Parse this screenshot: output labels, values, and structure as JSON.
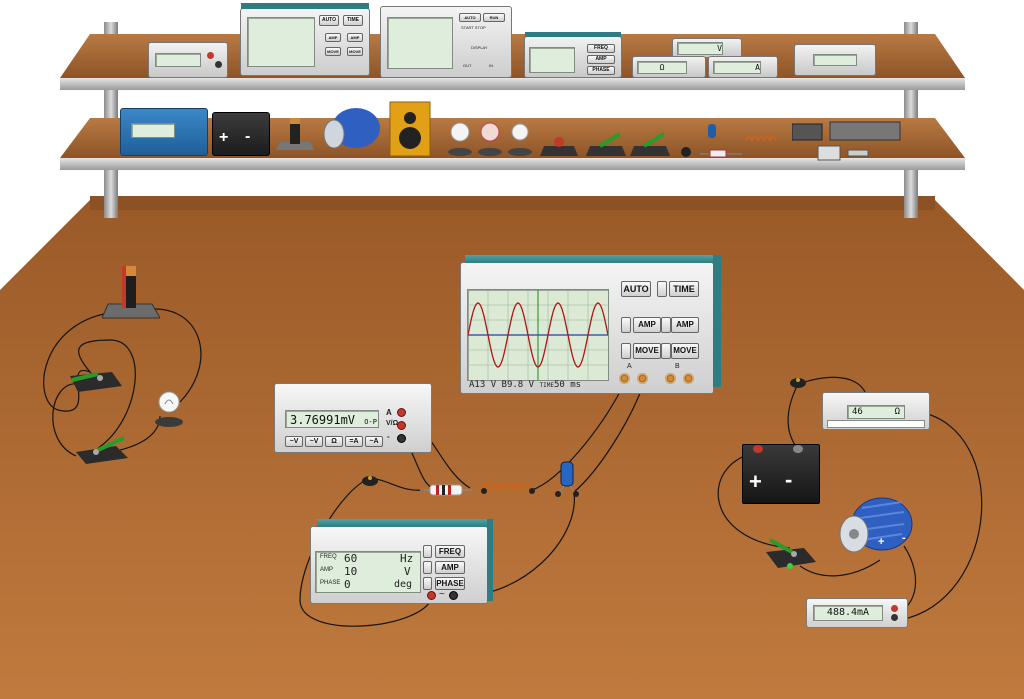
{
  "multimeter": {
    "reading": "3.76991mV",
    "mode": "O-P",
    "buttons": [
      "~V",
      "~V",
      "Ω",
      "=A",
      "~A"
    ],
    "jack_a": "A",
    "jack_v": "V/Ω",
    "jack_com": "-"
  },
  "oscilloscope": {
    "buttons": {
      "auto": "AUTO",
      "time": "TIME",
      "amp_a": "AMP",
      "amp_b": "AMP",
      "move_a": "MOVE",
      "move_b": "MOVE"
    },
    "channel_a": "A",
    "channel_b": "B",
    "status": {
      "ch_a": "A13",
      "ch_a_unit": "V",
      "ch_b": "B9.8",
      "ch_b_unit": "V",
      "time_label": "TIME",
      "time_value": "50",
      "time_unit": "ms"
    }
  },
  "signal_generator": {
    "rows": [
      {
        "label": "FREQ",
        "value": "60",
        "unit": "Hz"
      },
      {
        "label": "AMP",
        "value": "10",
        "unit": "V"
      },
      {
        "label": "PHASE",
        "value": "0",
        "unit": "deg"
      }
    ],
    "buttons": [
      "FREQ",
      "AMP",
      "PHASE"
    ],
    "output_symbol": "~"
  },
  "ohmmeter": {
    "value": "46",
    "unit": "Ω"
  },
  "ammeter": {
    "value": "488.4mA"
  },
  "battery_symbols": {
    "plus": "+",
    "minus": "-"
  },
  "motor_symbols": {
    "plus": "+",
    "minus": "-"
  },
  "shelf": {
    "oscilloscope_buttons": [
      "AUTO",
      "TIME",
      "AMP",
      "AMP",
      "MOVE",
      "MOVE"
    ],
    "scope2_buttons": [
      "AUTO",
      "RUN",
      "START",
      "STOP",
      "DISPLAY",
      "OUT",
      "IN"
    ],
    "gen_buttons": [
      "FREQ",
      "AMP",
      "PHASE"
    ],
    "voltmeter_unit": "V",
    "ohm_unit": "Ω",
    "amp_unit": "A",
    "battery_plus": "+",
    "battery_minus": "-"
  },
  "colors": {
    "wood": "#b8743c",
    "shelf_board": "#a8693a",
    "device_body": "#dcdcdc",
    "device_teal": "#2f7d80",
    "lcd": "#dfeedc",
    "trace": "#b01515",
    "jack_red": "#c0392b"
  }
}
